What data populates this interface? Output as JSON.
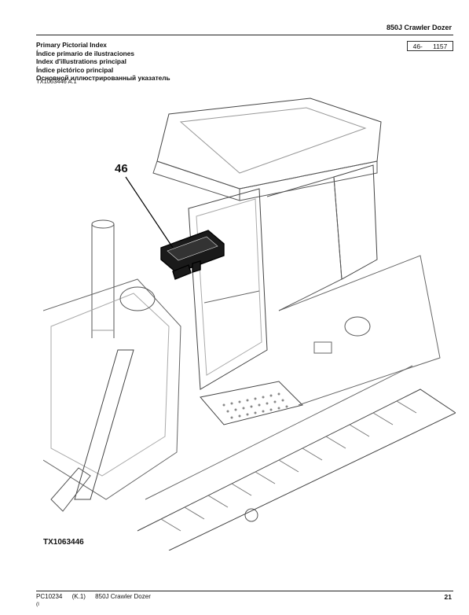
{
  "header": {
    "model_title": "850J Crawler Dozer",
    "titles": [
      "Primary Pictorial Index",
      "Índice primario de ilustraciones",
      "Index d'illustrations principal",
      "Índice pictórico principal",
      "Основной иллюстрированный указатель"
    ],
    "page_ref_a": "46-",
    "page_ref_b": "1157",
    "figure_code": "TX1063446 A.1"
  },
  "figure": {
    "callout_number": "46",
    "label": "TX1063446"
  },
  "footer": {
    "doc_code": "PC10234",
    "revision": "(K.1)",
    "model": "850J Crawler Dozer",
    "small_mark": "(I",
    "page_number": "21"
  }
}
